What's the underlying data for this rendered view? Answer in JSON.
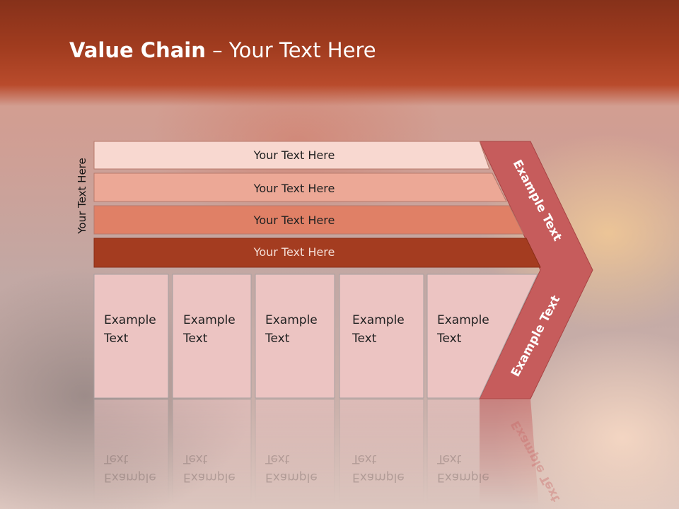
{
  "slide": {
    "title_bold": "Value Chain",
    "title_rest": " – Your Text Here",
    "vertical_label": "Your Text Here",
    "bars": [
      {
        "label": "Your Text Here",
        "color": "#f8d8d0"
      },
      {
        "label": "Your Text Here",
        "color": "#eca896"
      },
      {
        "label": "Your Text Here",
        "color": "#e08066"
      },
      {
        "label": "Your Text Here",
        "color": "#a43c20"
      }
    ],
    "boxes": [
      {
        "line1": "Example",
        "line2": "Text"
      },
      {
        "line1": "Example",
        "line2": "Text"
      },
      {
        "line1": "Example",
        "line2": "Text"
      },
      {
        "line1": "Example",
        "line2": "Text"
      },
      {
        "line1": "Example",
        "line2": "Text"
      }
    ],
    "chevron_top_text": "Example Text",
    "chevron_bottom_text": "Example Text",
    "colors": {
      "header": "#a13c1f",
      "box_fill": "#ecc4c2",
      "chevron": "#c65c5c"
    }
  }
}
